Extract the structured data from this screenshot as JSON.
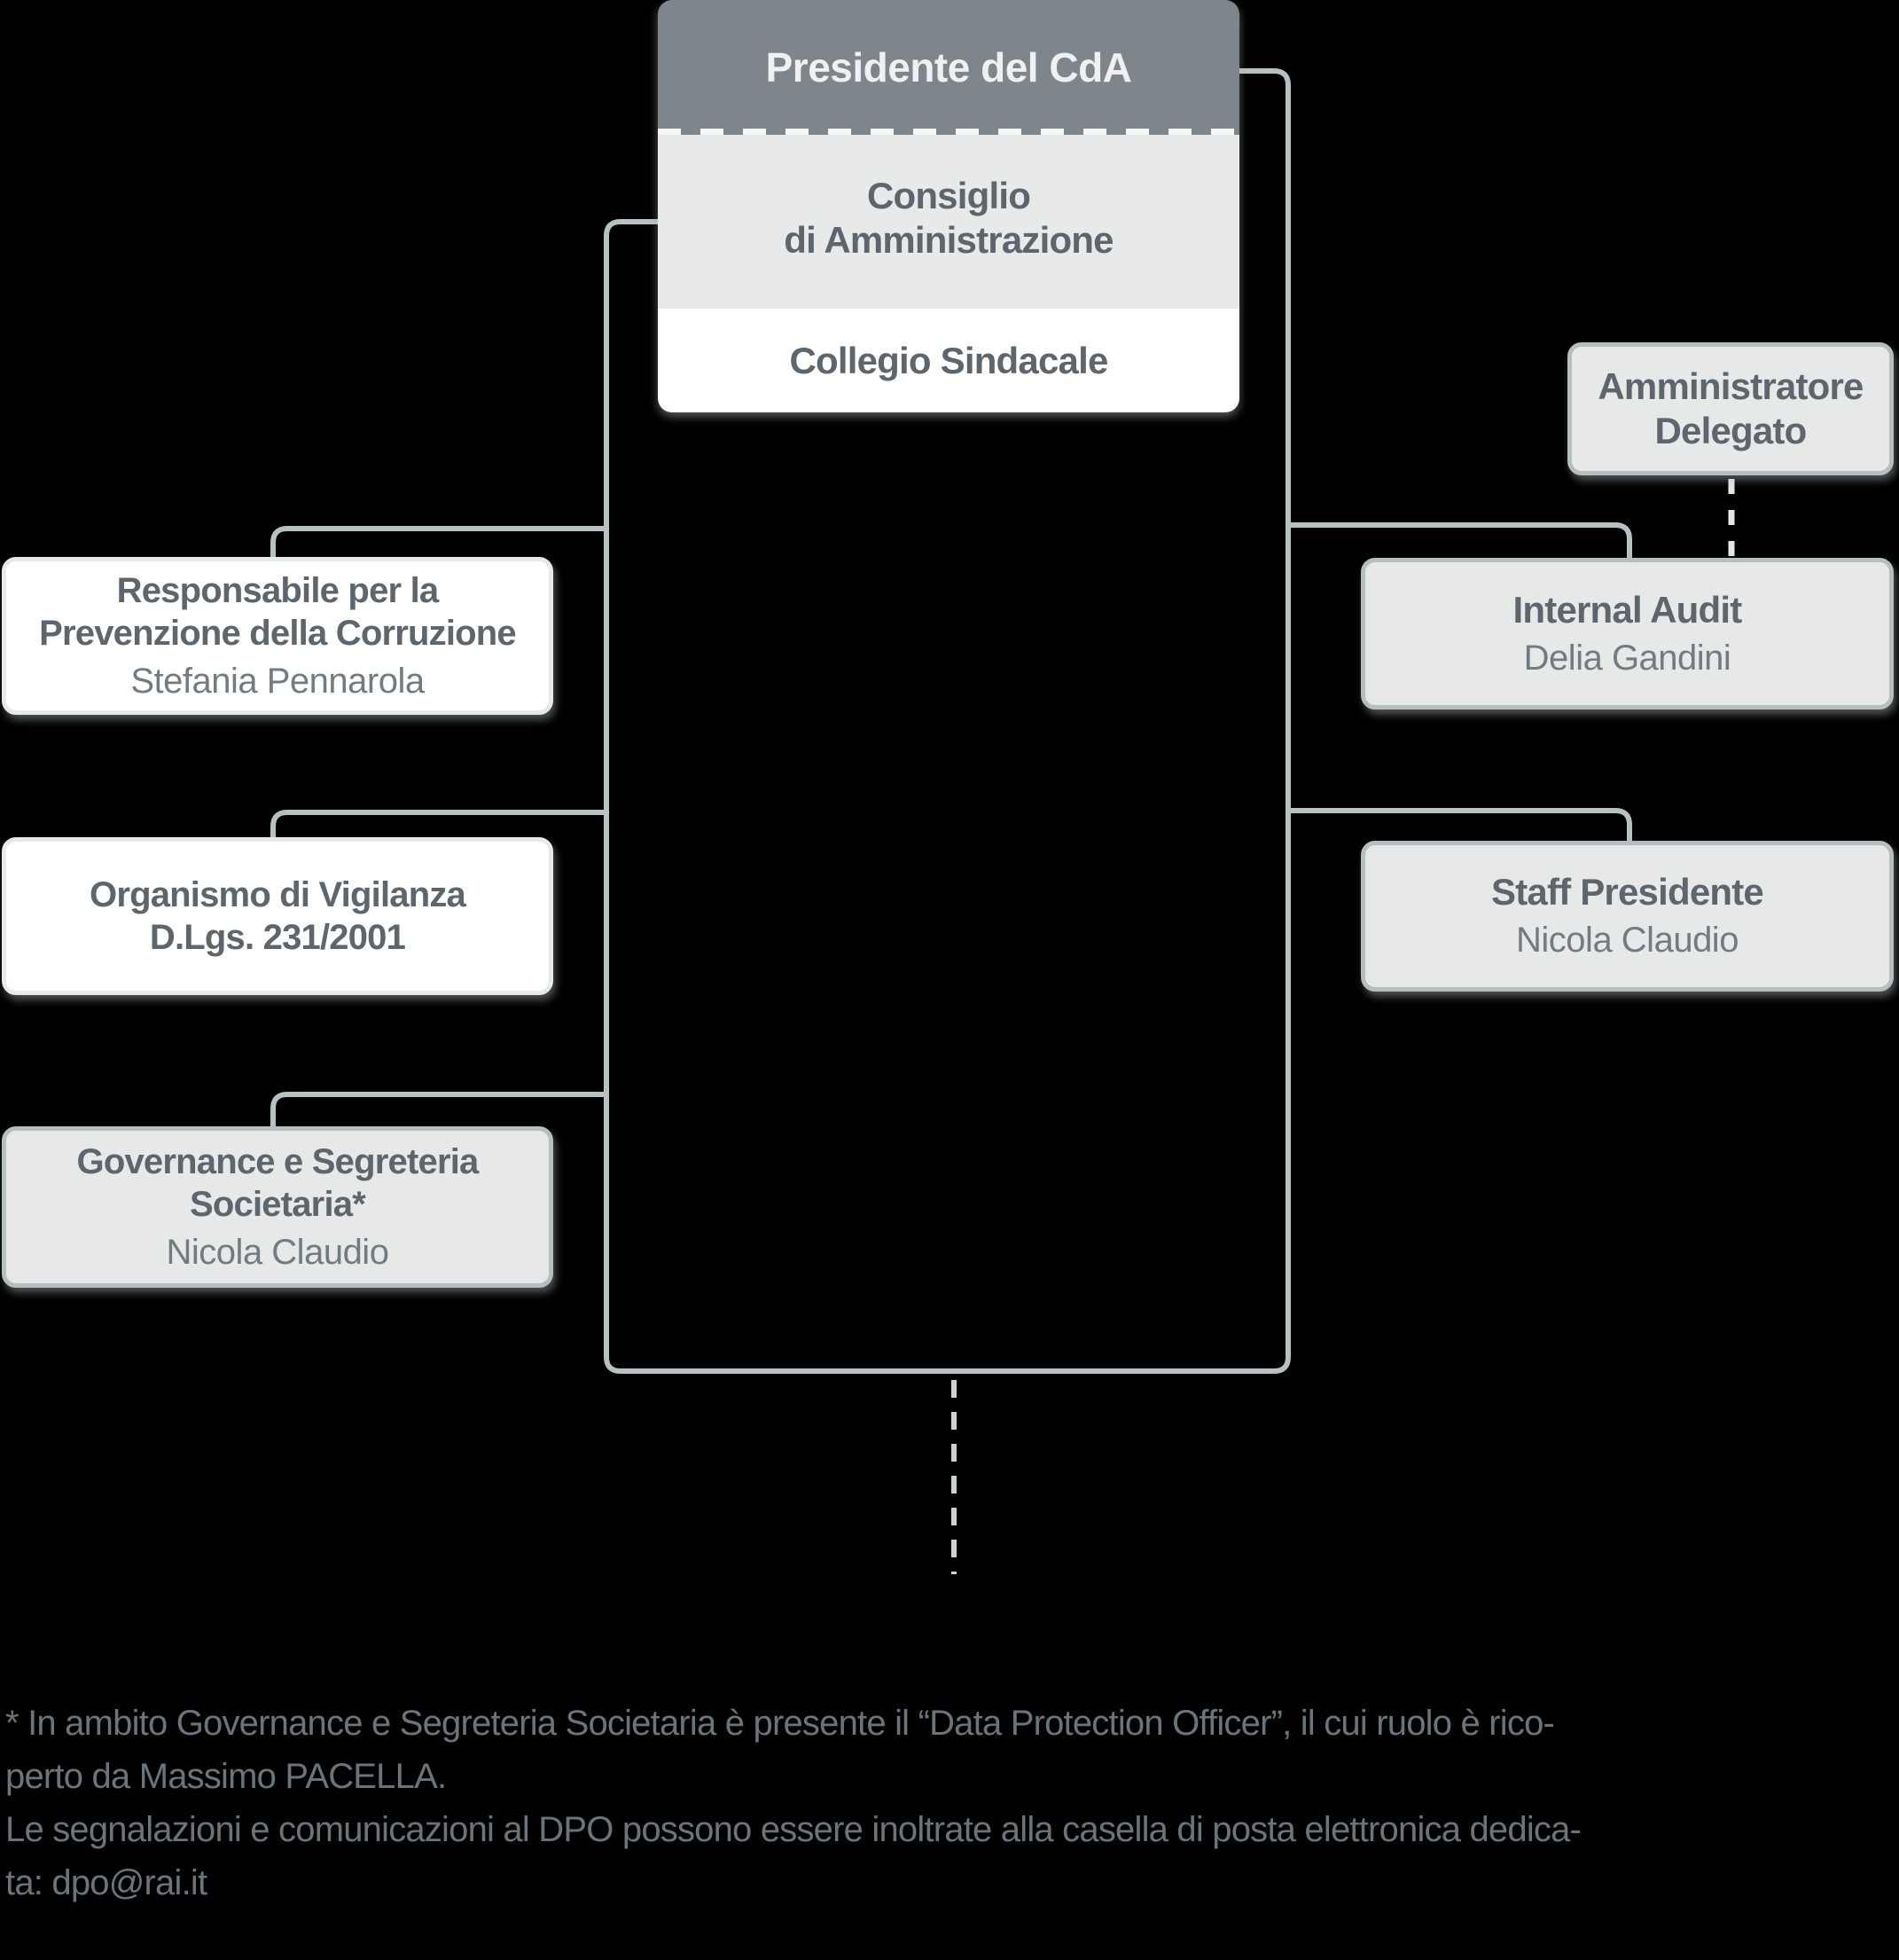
{
  "colors": {
    "background": "#000000",
    "header_fill": "#7e858b",
    "header_text": "#eef0f1",
    "gray_fill": "#e7e8e8",
    "white_fill": "#ffffff",
    "title_text": "#5d666d",
    "name_text": "#717c82",
    "gray_border": "#b5bfbf",
    "white_border": "#e6eaea",
    "connector_line": "#b6c1c1",
    "dashed_line_light": "#e4e6e6",
    "footnote_text": "#6a757b"
  },
  "top_box": {
    "header": "Presidente del CdA",
    "middle_lines": [
      "Consiglio",
      "di Amministrazione"
    ],
    "bottom": "Collegio Sindacale"
  },
  "left_boxes": [
    {
      "title_lines": [
        "Responsabile per la",
        "Prevenzione della Corruzione"
      ],
      "name": "Stefania Pennarola"
    },
    {
      "title_lines": [
        "Organismo di Vigilanza",
        "D.Lgs. 231/2001"
      ],
      "name": ""
    },
    {
      "title_lines": [
        "Governance e Segreteria",
        "Societaria*"
      ],
      "name": "Nicola Claudio"
    }
  ],
  "right_boxes": [
    {
      "title_lines": [
        "Amministratore",
        "Delegato"
      ],
      "name": ""
    },
    {
      "title_lines": [
        "Internal Audit"
      ],
      "name": "Delia Gandini"
    },
    {
      "title_lines": [
        "Staff Presidente"
      ],
      "name": "Nicola Claudio"
    }
  ],
  "footnote_lines": [
    "* In ambito Governance e Segreteria Societaria è presente il “Data Protection Officer”, il cui ruolo è rico-",
    "perto da Massimo PACELLA.",
    "Le segnalazioni e comunicazioni al DPO possono essere inoltrate alla casella di posta elettronica dedica-",
    "ta: dpo@rai.it"
  ]
}
